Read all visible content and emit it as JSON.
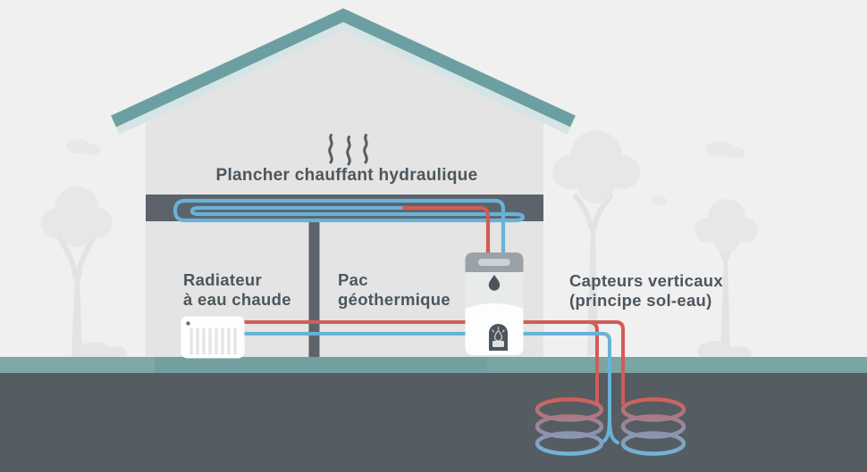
{
  "diagram": {
    "floor_heating_label": "Plancher chauffant hydraulique",
    "radiator_label": {
      "line1": "Radiateur",
      "line2": "à eau chaude"
    },
    "heat_pump_label": {
      "line1": "Pac",
      "line2": "géothermique"
    },
    "collectors_label": {
      "line1": "Capteurs verticaux",
      "line2": "(principe sol-eau)"
    },
    "icons": {
      "heat": "heat-waves-icon",
      "water": "droplet-icon",
      "flame": "flame-icon"
    },
    "colors": {
      "background": "#f0f0f0",
      "house_wall": "#e3e4e3",
      "roof": "#6c9fa1",
      "roof_underside": "#d5e4e4",
      "floor_slab": "#5c636b",
      "hot_pipe_red": "#d45b55",
      "cold_pipe_blue": "#68b2d8",
      "coil_transition_purple": "#97889d",
      "grass": "#77a2a3",
      "ground": "#555c62",
      "label_text": "#4d565e",
      "tree_silhouette": "#e6e8e8"
    }
  }
}
